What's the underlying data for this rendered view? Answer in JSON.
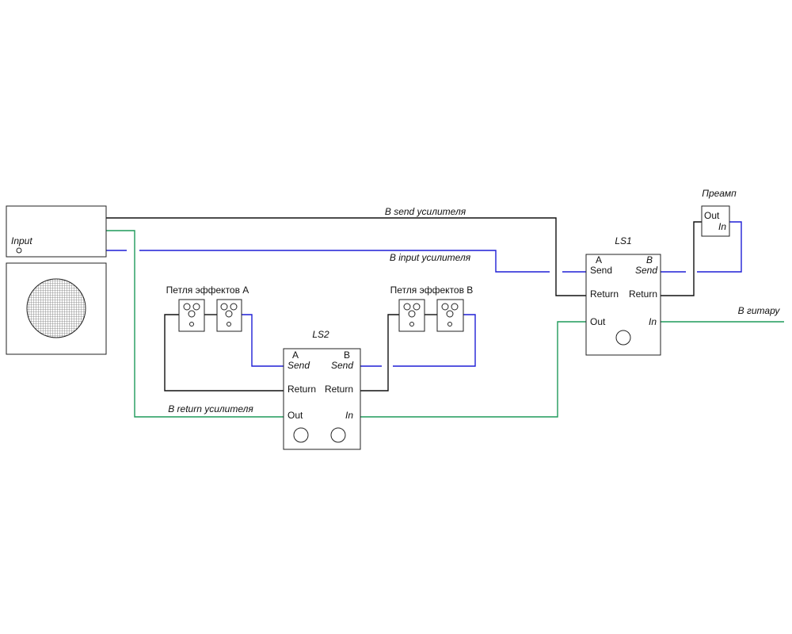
{
  "colors": {
    "black_wire": "#111111",
    "blue_wire": "#1f1fd6",
    "green_wire": "#1e9a5a"
  },
  "amp": {
    "input_label": "Input"
  },
  "wires": {
    "send": "В send усилителя",
    "input": "В input усилителя",
    "return": "В return усилителя",
    "guitar": "В гитару"
  },
  "ls1": {
    "title": "LS1",
    "a_label": "A",
    "b_label": "B",
    "send_left": "Send",
    "send_right": "Send",
    "return_left": "Return",
    "return_right": "Return",
    "out_label": "Out",
    "in_label": "In"
  },
  "ls2": {
    "title": "LS2",
    "a_label": "A",
    "b_label": "B",
    "send_left": "Send",
    "send_right": "Send",
    "return_left": "Return",
    "return_right": "Return",
    "out_label": "Out",
    "in_label": "In"
  },
  "preamp": {
    "title": "Преамп",
    "out_label": "Out",
    "in_label": "In"
  },
  "loop_a": {
    "title": "Петля эффектов A"
  },
  "loop_b": {
    "title": "Петля эффектов B"
  }
}
